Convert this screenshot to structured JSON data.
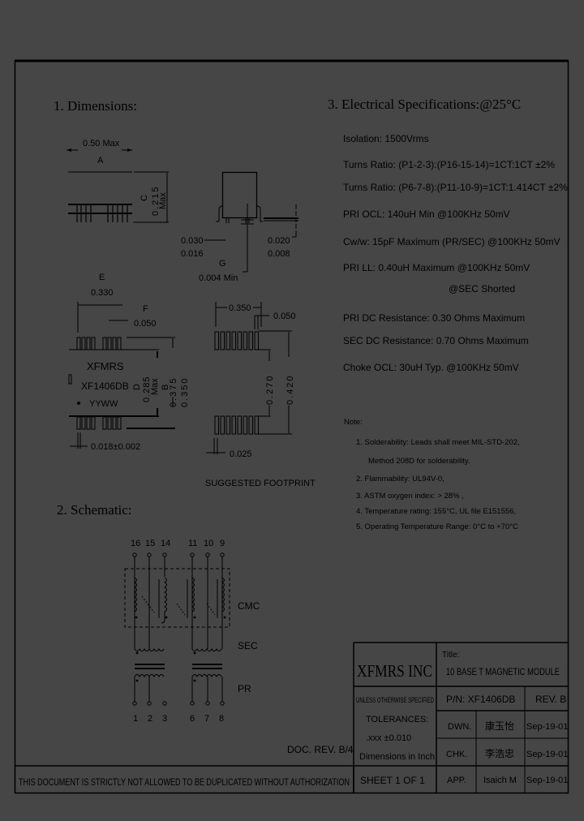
{
  "sections": {
    "dimensions_title": "1. Dimensions:",
    "schematic_title": "2. Schematic:",
    "electrical_title": "3. Electrical   Specifications:@25°C"
  },
  "dimensions": {
    "A_value": "0.50 Max",
    "A_label": "A",
    "C_label": "C",
    "C_value": "0.215",
    "C_max": "Max",
    "lead_w1": "0.030",
    "lead_w2": "0.016",
    "G_label": "G",
    "G_value": "0.004 Min",
    "lead_t1": "0.020",
    "lead_t2": "0.008",
    "E_label": "E",
    "E_value": "0.330",
    "F_label": "F",
    "F_value": "0.050",
    "marking_line1": "XFMRS",
    "marking_line2": "XF1406DB",
    "marking_line3": "YYWW",
    "D_label": "D",
    "D_value": "0.285",
    "D_max": "Max",
    "B_label": "B",
    "B_value1": "0.375",
    "B_value2": "0.350",
    "pin_width": "0.018±0.002",
    "fp_pitch_span": "0.350",
    "fp_pad_pitch": "0.050",
    "fp_inner": "0.270",
    "fp_outer": "0.420",
    "fp_pad_width": "0.025",
    "footprint_caption": "SUGGESTED FOOTPRINT"
  },
  "schematic": {
    "top_pins": [
      "16",
      "15",
      "14",
      "11",
      "10",
      "9"
    ],
    "bottom_pins": [
      "1",
      "2",
      "3",
      "6",
      "7",
      "8"
    ],
    "label_cmc": "CMC",
    "label_sec": "SEC",
    "label_pr": "PR"
  },
  "electrical": {
    "specs": [
      "Isolation:   1500Vrms",
      "Turns Ratio: (P1-2-3):(P16-15-14)=1CT:1CT  ±2%",
      "Turns Ratio: (P6-7-8):(P11-10-9)=1CT:1.414CT  ±2%",
      "PRI OCL: 140uH Min @100KHz 50mV",
      "Cw/w: 15pF Maximum (PR/SEC) @100KHz 50mV",
      "PRI LL: 0.40uH Maximum @100KHz 50mV",
      "@SEC Shorted",
      "PRI DC Resistance: 0.30 Ohms Maximum",
      "SEC DC Resistance: 0.70 Ohms Maximum",
      "Choke OCL: 30uH Typ. @100KHz 50mV"
    ],
    "note_title": "Note:",
    "notes": [
      "1. Solderability: Leads shall meet MIL-STD-202,",
      "Method 208D for solderability.",
      "2. Flammability: UL94V-0,",
      "3. ASTM oxygen index: > 28% ,",
      "4. Temperature rating: 155°C, UL file E151556,",
      "5. Operating Temperature Range: 0°C to +70°C"
    ]
  },
  "title_block": {
    "company": "XFMRS INC",
    "title_label": "Title:",
    "title_value": "10 BASE T MAGNETIC MODULE",
    "unless_text": "UNLESS OTHERWISE SPECIFIED",
    "tolerances_label": "TOLERANCES:",
    "tolerance_value": ".xxx ±0.010",
    "dimensions_unit": "Dimensions in Inch",
    "part_number": "P/N: XF1406DB",
    "revision": "REV. B",
    "rows": [
      {
        "role": "DWN.",
        "name": "康玉怡",
        "date": "Sep-19-01"
      },
      {
        "role": "CHK.",
        "name": "李浩忠",
        "date": "Sep-19-01"
      },
      {
        "role": "APP.",
        "name": "Isaich M",
        "date": "Sep-19-01"
      }
    ],
    "sheet": "SHEET  1  OF  1",
    "doc_rev": "DOC. REV. B/4"
  },
  "footer": {
    "notice": "THIS DOCUMENT IS STRICTLY NOT ALLOWED TO BE DUPLICATED WITHOUT AUTHORIZATION"
  },
  "colors": {
    "background": "#464646",
    "ink": "#000000"
  }
}
